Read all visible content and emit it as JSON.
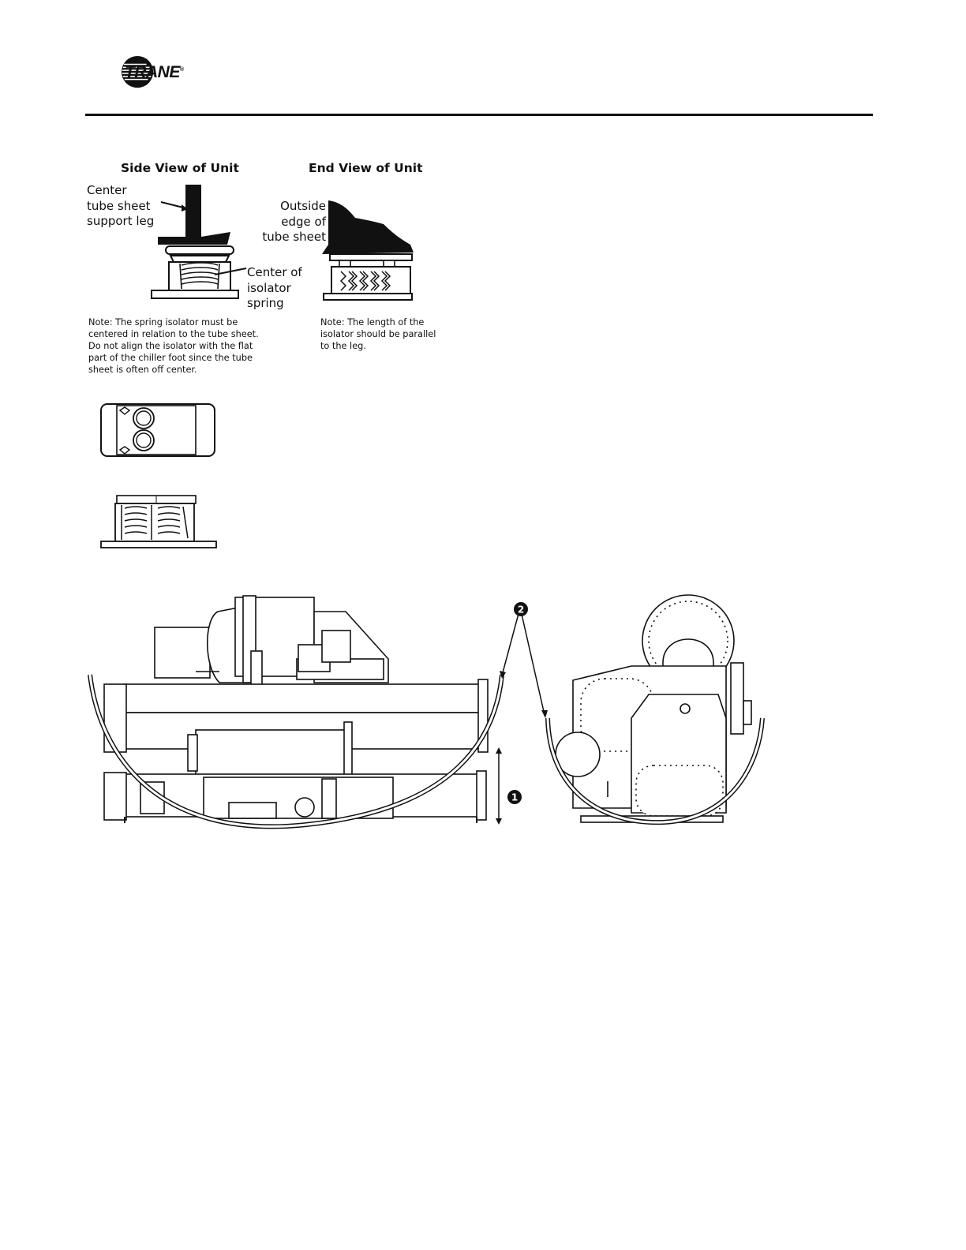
{
  "header": {
    "brand": "TRANE",
    "trademark": "®"
  },
  "isolator_figure": {
    "side_view_title": "Side View of Unit",
    "end_view_title": "End View of Unit",
    "side_labels": {
      "support_leg": "Center\ntube sheet\nsupport leg",
      "spring_center": "Center of\nisolator\nspring"
    },
    "end_labels": {
      "tube_sheet_edge": "Outside\nedge of\ntube sheet"
    },
    "side_note": {
      "lines": [
        "Note: The spring isolator must be",
        "centered in relation to the tube sheet.",
        "Do not align the isolator with the flat",
        "part of the chiller foot since the tube",
        "sheet is often off center."
      ]
    },
    "end_note": {
      "lines": [
        "Note: The length of the",
        "isolator should be parallel",
        "to the leg."
      ]
    }
  },
  "chiller_figure": {
    "callouts": [
      "1",
      "2"
    ]
  }
}
